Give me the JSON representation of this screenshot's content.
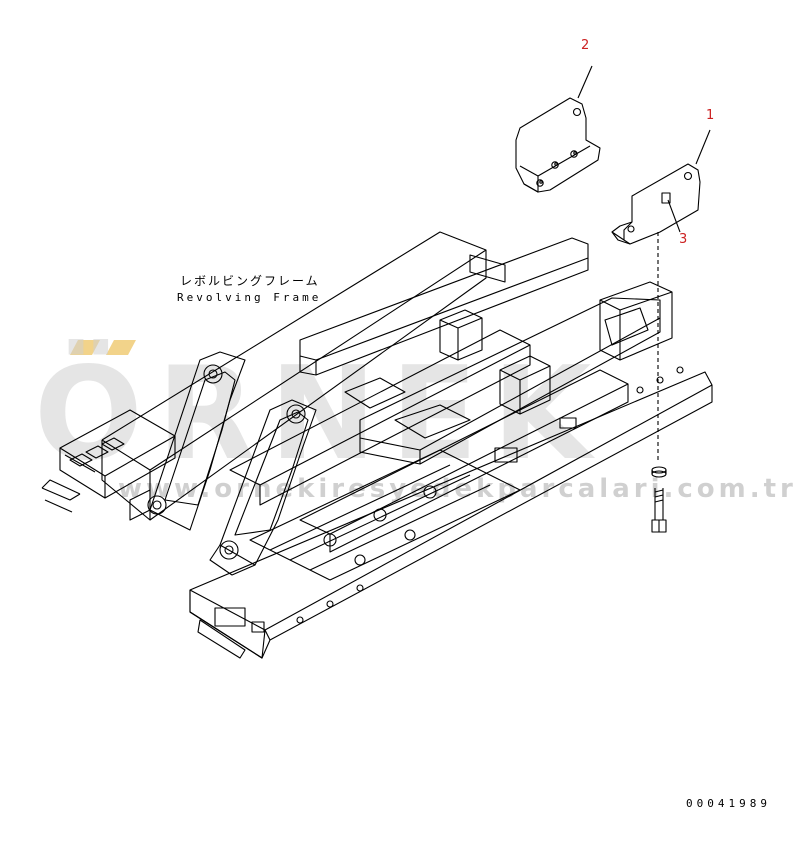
{
  "callouts": {
    "part1": "1",
    "part2": "2",
    "part3": "3"
  },
  "frame_label": {
    "japanese": "レボルビングフレーム",
    "english": "Revolving Frame"
  },
  "watermark": {
    "brand": "ÖRNEK",
    "url": "www.ornekiresyedekparcalari.com.tr"
  },
  "document_number": "00041989",
  "colors": {
    "line": "#000000",
    "callout": "#cc2222",
    "watermark_gray": "#d0d0d0",
    "watermark_accent": "#f2d38a"
  }
}
